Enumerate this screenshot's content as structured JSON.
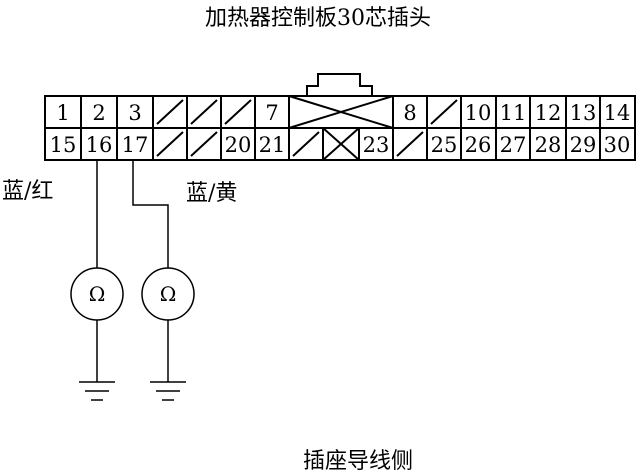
{
  "title": "加热器控制板30芯插头",
  "footer": "插座导线侧",
  "connector": {
    "top_row": [
      "1",
      "2",
      "3",
      "",
      "",
      "",
      "7",
      "",
      "8",
      "",
      "10",
      "11",
      "12",
      "13",
      "14"
    ],
    "bottom_row": [
      "15",
      "16",
      "17",
      "",
      "",
      "20",
      "21",
      "",
      "",
      "23",
      "",
      "25",
      "26",
      "27",
      "28",
      "29",
      "30"
    ]
  },
  "wires": {
    "left_label": "蓝/红",
    "right_label": "蓝/黄",
    "meter_symbol": "Ω"
  },
  "colors": {
    "line": "#000000",
    "background": "#ffffff"
  }
}
